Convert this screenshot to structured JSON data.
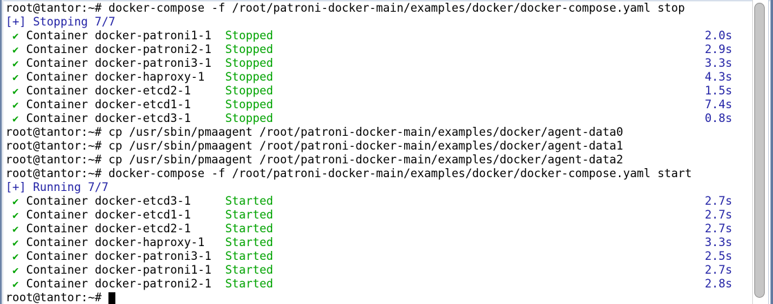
{
  "window": {
    "kind": "terminal-console",
    "background": "#ffffff",
    "frame_colors": {
      "left_outer": "#6a82a6",
      "left_mid": "#a9b7cd",
      "left_inner": "#e7eaef",
      "top": "#d6dfeb",
      "right_outer": "#62799f"
    },
    "scrollbar": {
      "thumb_color": "#c6c6c6",
      "thumb_border": "#8f8f8f",
      "track_color": "#ffffff",
      "separator_color": "#d6d6d6"
    }
  },
  "terminal": {
    "colors": {
      "text": "#000000",
      "info_blue": "#2323a6",
      "status_green": "#00a300",
      "cursor": "#000000"
    },
    "check_icon": "✔",
    "container_label": "Container",
    "name_pad": 19,
    "lines": [
      {
        "type": "cmd",
        "text": "root@tantor:~# docker-compose -f /root/patroni-docker-main/examples/docker/docker-compose.yaml stop"
      },
      {
        "type": "info",
        "text": "[+] Stopping 7/7"
      },
      {
        "type": "container",
        "name": "docker-patroni1-1",
        "status": "Stopped",
        "time": "2.0s"
      },
      {
        "type": "container",
        "name": "docker-patroni2-1",
        "status": "Stopped",
        "time": "2.9s"
      },
      {
        "type": "container",
        "name": "docker-patroni3-1",
        "status": "Stopped",
        "time": "3.3s"
      },
      {
        "type": "container",
        "name": "docker-haproxy-1",
        "status": "Stopped",
        "time": "4.3s"
      },
      {
        "type": "container",
        "name": "docker-etcd2-1",
        "status": "Stopped",
        "time": "1.5s"
      },
      {
        "type": "container",
        "name": "docker-etcd1-1",
        "status": "Stopped",
        "time": "7.4s"
      },
      {
        "type": "container",
        "name": "docker-etcd3-1",
        "status": "Stopped",
        "time": "0.8s"
      },
      {
        "type": "cmd",
        "text": "root@tantor:~# cp /usr/sbin/pmaagent /root/patroni-docker-main/examples/docker/agent-data0"
      },
      {
        "type": "cmd",
        "text": "root@tantor:~# cp /usr/sbin/pmaagent /root/patroni-docker-main/examples/docker/agent-data1"
      },
      {
        "type": "cmd",
        "text": "root@tantor:~# cp /usr/sbin/pmaagent /root/patroni-docker-main/examples/docker/agent-data2"
      },
      {
        "type": "cmd",
        "text": "root@tantor:~# docker-compose -f /root/patroni-docker-main/examples/docker/docker-compose.yaml start"
      },
      {
        "type": "info",
        "text": "[+] Running 7/7"
      },
      {
        "type": "container",
        "name": "docker-etcd3-1",
        "status": "Started",
        "time": "2.7s"
      },
      {
        "type": "container",
        "name": "docker-etcd1-1",
        "status": "Started",
        "time": "2.7s"
      },
      {
        "type": "container",
        "name": "docker-etcd2-1",
        "status": "Started",
        "time": "2.7s"
      },
      {
        "type": "container",
        "name": "docker-haproxy-1",
        "status": "Started",
        "time": "3.3s"
      },
      {
        "type": "container",
        "name": "docker-patroni3-1",
        "status": "Started",
        "time": "2.5s"
      },
      {
        "type": "container",
        "name": "docker-patroni1-1",
        "status": "Started",
        "time": "2.7s"
      },
      {
        "type": "container",
        "name": "docker-patroni2-1",
        "status": "Started",
        "time": "2.8s"
      }
    ],
    "prompt_line": {
      "text": "root@tantor:~# ",
      "cursor": true
    }
  }
}
